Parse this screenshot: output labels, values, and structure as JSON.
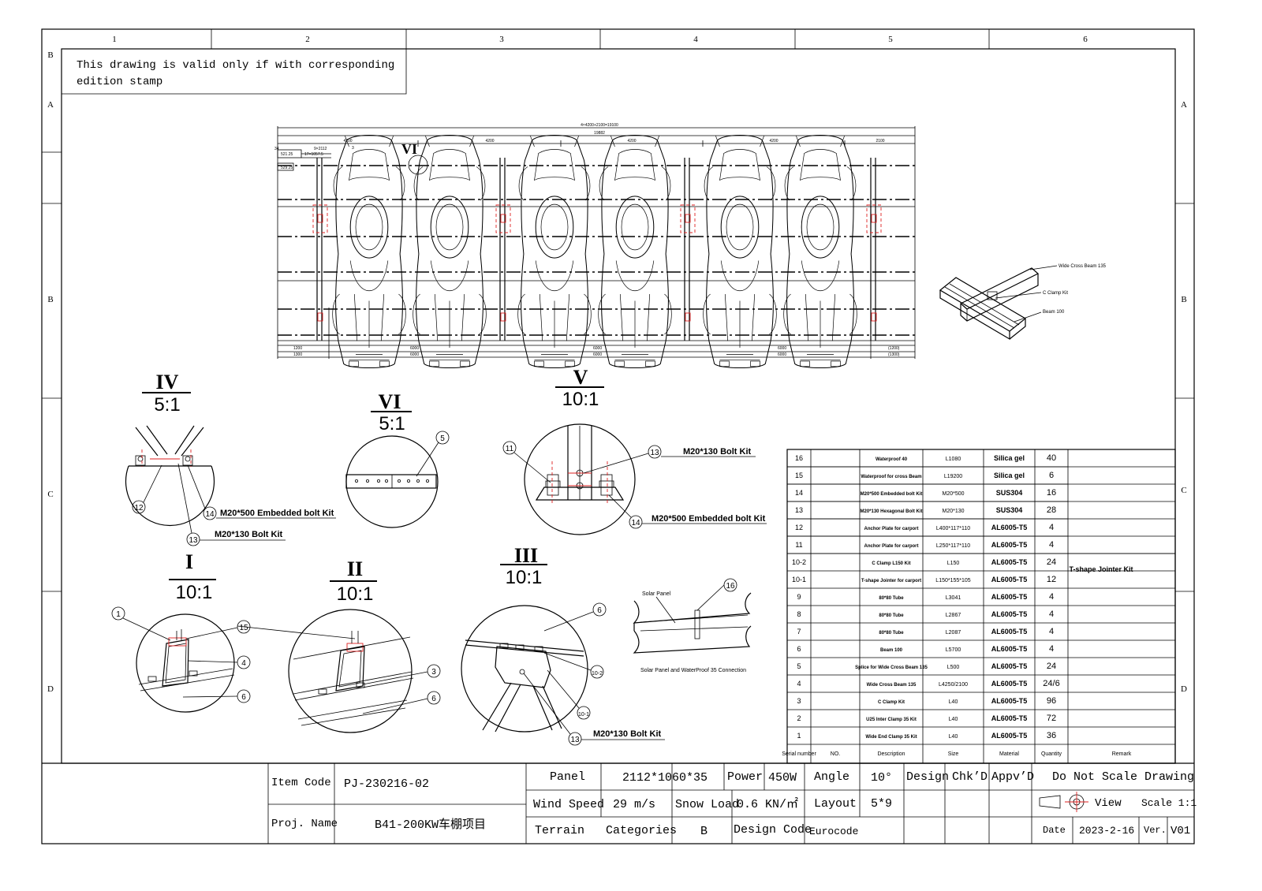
{
  "border": {
    "columns": [
      "1",
      "2",
      "3",
      "4",
      "5",
      "6"
    ],
    "rows_left": [
      "B",
      "A"
    ],
    "rows_left_lower": [
      "B",
      "C",
      "D"
    ],
    "rows_right": [
      "A",
      "B",
      "C",
      "D"
    ]
  },
  "validity_note": {
    "line1": "This drawing is valid only if with corresponding",
    "line2": "edition stamp"
  },
  "plan_view": {
    "dims_top": [
      "4×4200+2100=19100",
      "19882"
    ],
    "spans": [
      "4200",
      "4200",
      "4200",
      "4200",
      "2100"
    ],
    "small_dims": [
      "34",
      "9×2112",
      "17×1057.5",
      "3",
      "521.25",
      "529.25"
    ],
    "bottom_dims_left": [
      "1200",
      "1300"
    ],
    "bottom_dims": [
      "6000",
      "6000",
      "6000",
      "6000",
      "6000",
      "6000"
    ],
    "bottom_dims_right": [
      "(1200)",
      "(1300)"
    ],
    "callout": "VI",
    "car_count": 6
  },
  "iso_view": {
    "labels": [
      "Wide Cross Beam 135",
      "C Clamp Kit",
      "Beam 100"
    ]
  },
  "details": {
    "IV": {
      "numeral": "IV",
      "scale": "5:1",
      "callouts": [
        "12",
        "14",
        "13"
      ],
      "labels": [
        "M20*500 Embedded bolt Kit",
        "M20*130 Bolt Kit"
      ]
    },
    "VI": {
      "numeral": "VI",
      "scale": "5:1",
      "callouts": [
        "5"
      ]
    },
    "V": {
      "numeral": "V",
      "scale": "10:1",
      "callouts": [
        "11",
        "13",
        "14"
      ],
      "labels": [
        "M20*130 Bolt Kit",
        "M20*500 Embedded bolt Kit"
      ]
    },
    "I": {
      "numeral": "I",
      "scale": "10:1",
      "callouts": [
        "1",
        "15",
        "4",
        "6"
      ]
    },
    "II": {
      "numeral": "II",
      "scale": "10:1",
      "callouts": [
        "3",
        "6"
      ]
    },
    "III": {
      "numeral": "III",
      "scale": "10:1",
      "callouts": [
        "6",
        "10-2",
        "10-1",
        "13"
      ],
      "labels": [
        "M20*130 Bolt Kit"
      ]
    },
    "conn": {
      "callout": "16",
      "panel_label": "Solar Panel",
      "caption": "Solar Panel and WaterProof 35 Connection"
    }
  },
  "bom": {
    "headers": [
      "Serial number",
      "NO.",
      "Description",
      "Size",
      "Material",
      "Quantity",
      "Remark"
    ],
    "rows": [
      {
        "serial": "16",
        "no": "",
        "desc": "Waterproof 40",
        "size": "L1080",
        "material": "Silica gel",
        "qty": "40",
        "remark": ""
      },
      {
        "serial": "15",
        "no": "",
        "desc": "Waterproof for cross Beam",
        "size": "L19200",
        "material": "Silica gel",
        "qty": "6",
        "remark": ""
      },
      {
        "serial": "14",
        "no": "",
        "desc": "M20*500 Embedded bolt Kit",
        "size": "M20*500",
        "material": "SUS304",
        "qty": "16",
        "remark": ""
      },
      {
        "serial": "13",
        "no": "",
        "desc": "M20*130 Hexagonal Bolt Kit",
        "size": "M20*130",
        "material": "SUS304",
        "qty": "28",
        "remark": ""
      },
      {
        "serial": "12",
        "no": "",
        "desc": "Anchor Plate for carport",
        "size": "L400*117*110",
        "material": "AL6005-T5",
        "qty": "4",
        "remark": ""
      },
      {
        "serial": "11",
        "no": "",
        "desc": "Anchor Plate for carport",
        "size": "L250*117*110",
        "material": "AL6005-T5",
        "qty": "4",
        "remark": ""
      },
      {
        "serial": "10-2",
        "no": "",
        "desc": "C Clamp L150 Kit",
        "size": "L150",
        "material": "AL6005-T5",
        "qty": "24",
        "remark": "T-shape Jointer Kit"
      },
      {
        "serial": "10-1",
        "no": "",
        "desc": "T-shape Jointer for carport",
        "size": "L150*155*105",
        "material": "AL6005-T5",
        "qty": "12",
        "remark": ""
      },
      {
        "serial": "9",
        "no": "",
        "desc": "80*80 Tube",
        "size": "L3041",
        "material": "AL6005-T5",
        "qty": "4",
        "remark": ""
      },
      {
        "serial": "8",
        "no": "",
        "desc": "80*80 Tube",
        "size": "L2867",
        "material": "AL6005-T5",
        "qty": "4",
        "remark": ""
      },
      {
        "serial": "7",
        "no": "",
        "desc": "80*80 Tube",
        "size": "L2087",
        "material": "AL6005-T5",
        "qty": "4",
        "remark": ""
      },
      {
        "serial": "6",
        "no": "",
        "desc": "Beam 100",
        "size": "L5700",
        "material": "AL6005-T5",
        "qty": "4",
        "remark": ""
      },
      {
        "serial": "5",
        "no": "",
        "desc": "Splice for Wide Cross Beam 135",
        "size": "L500",
        "material": "AL6005-T5",
        "qty": "24",
        "remark": ""
      },
      {
        "serial": "4",
        "no": "",
        "desc": "Wide Cross Beam 135",
        "size": "L4250/2100",
        "material": "AL6005-T5",
        "qty": "24/6",
        "remark": ""
      },
      {
        "serial": "3",
        "no": "",
        "desc": "C Clamp Kit",
        "size": "L40",
        "material": "AL6005-T5",
        "qty": "96",
        "remark": ""
      },
      {
        "serial": "2",
        "no": "",
        "desc": "U25 Inter Clamp 35 Kit",
        "size": "L40",
        "material": "AL6005-T5",
        "qty": "72",
        "remark": ""
      },
      {
        "serial": "1",
        "no": "",
        "desc": "Wide End Clamp 35 Kit",
        "size": "L40",
        "material": "AL6005-T5",
        "qty": "36",
        "remark": ""
      }
    ]
  },
  "title_block": {
    "item_code_label": "Item Code",
    "item_code": "PJ-230216-02",
    "proj_name_label": "Proj. Name",
    "proj_name": "B41-200KW车棚项目",
    "panel_label": "Panel",
    "panel": "2112*1060*35",
    "power_label": "Power",
    "power": "450W",
    "angle_label": "Angle",
    "angle": "10°",
    "design_label": "Design",
    "chkd_label": "Chk’D",
    "appvd_label": "Appv’D",
    "no_scale": "Do Not Scale Drawing",
    "wind_label": "Wind Speed",
    "wind": "29 m/s",
    "snow_label": "Snow Load",
    "snow": "0.6 KN/㎡",
    "layout_label": "Layout",
    "layout": "5*9",
    "view_label": "View",
    "scale_label": "Scale 1:1",
    "terrain_label": "Terrain   Categories",
    "terrain": "B",
    "design_code_label": "Design Code",
    "design_code": "Eurocode",
    "date_label": "Date",
    "date": "2023-2-16",
    "ver_label": "Ver.",
    "ver": "V01"
  }
}
